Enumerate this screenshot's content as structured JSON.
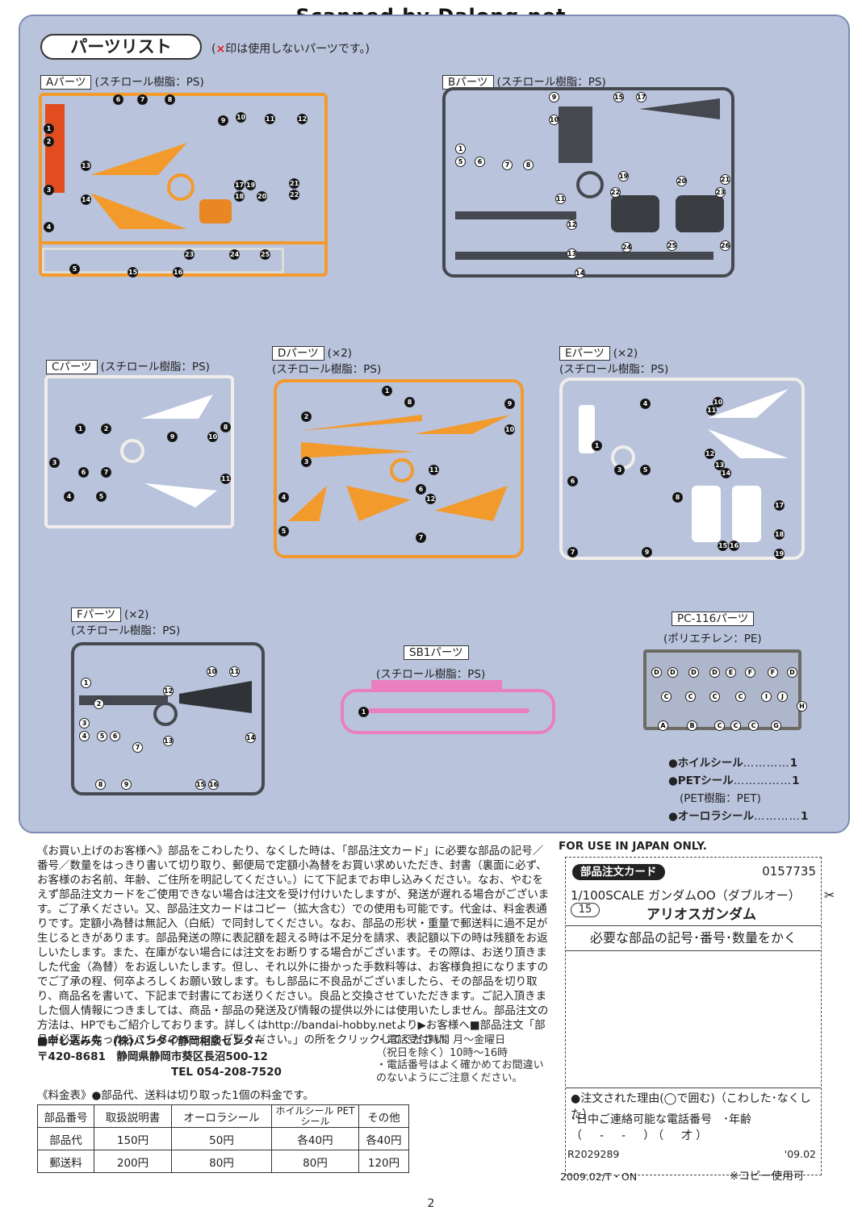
{
  "banner": "Scanned by Dalong.net",
  "parts_list": {
    "title": "パーツリスト",
    "note_prefix": "(",
    "note_x": "×",
    "note_text": "印は使用しないパーツです。)"
  },
  "runners": {
    "A": {
      "tag": "Aパーツ",
      "material": "(スチロール樹脂：PS)",
      "color": "#f39a2c"
    },
    "B": {
      "tag": "Bパーツ",
      "material": "(スチロール樹脂：PS)",
      "color": "#45494f"
    },
    "C": {
      "tag": "Cパーツ",
      "material": "(スチロール樹脂：PS)",
      "color": "#f0eeea"
    },
    "D": {
      "tag": "Dパーツ",
      "count": "(×2)",
      "material": "(スチロール樹脂：PS)",
      "color": "#f39a2c"
    },
    "E": {
      "tag": "Eパーツ",
      "count": "(×2)",
      "material": "(スチロール樹脂：PS)",
      "color": "#f0eeea"
    },
    "F": {
      "tag": "Fパーツ",
      "count": "(×2)",
      "material": "(スチロール樹脂：PS)",
      "color": "#45494f"
    },
    "SB1": {
      "tag": "SB1パーツ",
      "material": "(スチロール樹脂：PS)",
      "color": "#ea7fc0"
    },
    "PC": {
      "tag": "PC-116パーツ",
      "material": "(ポリエチレン：PE)",
      "color": "#6d6a64"
    }
  },
  "seals": [
    {
      "name": "●ホイルシール",
      "dots": "…………",
      "qty": "1"
    },
    {
      "name": "●PETシール",
      "dots": "……………",
      "qty": "1"
    },
    {
      "name": "(PET樹脂：PET)",
      "dots": "",
      "qty": ""
    },
    {
      "name": "●オーロラシール",
      "dots": "…………",
      "qty": "1"
    }
  ],
  "instructions": "《お買い上げのお客様へ》部品をこわしたり、なくした時は、「部品注文カード」に必要な部品の記号／番号／数量をはっきり書いて切り取り、郵便局で定額小為替をお買い求めいただき、封書（裏面に必ず、お客様のお名前、年齢、ご住所を明記してください。）にて下記までお申し込みください。なお、やむをえず部品注文カードをご使用できない場合は注文を受け付けいたしますが、発送が遅れる場合がございます。ご了承ください。又、部品注文カードはコピー（拡大含む）での使用も可能です。代金は、料金表通りです。定額小為替は無記入（白紙）で同封してください。なお、部品の形状・重量で郵送料に過不足が生じるときがあります。部品発送の際に表記額を超える時は不足分を請求、表記額以下の時は残額をお返しいたします。また、在庫がない場合には注文をお断りする場合がございます。その際は、お送り頂きました代金（為替）をお返しいたします。但し、それ以外に掛かった手数料等は、お客様負担になりますのでご了承の程、何卒よろしくお願い致します。もし部品に不良品がございましたら、その部品を切り取り、商品名を書いて、下記まで封書にてお送りください。良品と交換させていただきます。ご記入頂きました個人情報につきましては、商品・部品の発送及び情報の提供以外には使用いたしません。部品注文の方法は、HPでもご紹介しております。詳しくはhttp://bandai-hobby.netより▶お客様へ■部品注文「部品が必要になったらこちらのページをご覧ください。」の所をクリックしてください。",
  "contact": {
    "line1": "■申し込み先　(株)バンダイ静岡相談センター",
    "line2": "〒420-8681　静岡県静岡市葵区長沼500-12",
    "line3": "TEL 054-208-7520"
  },
  "hours": {
    "line1": "・電話受付時間 月～金曜日",
    "line2": "（祝日を除く）10時～16時",
    "line3": "・電話番号はよく確かめてお間違い",
    "line4": "のないようにご注意ください。"
  },
  "fee_title": "《料金表》●部品代、送料は切り取った1個の料金です。",
  "fee_table": {
    "headers": [
      "部品番号",
      "取扱説明書",
      "オーロラシール",
      "ホイルシール PETシール",
      "その他"
    ],
    "rows": [
      [
        "部品代",
        "150円",
        "50円",
        "各40円",
        "各40円"
      ],
      [
        "郵送料",
        "200円",
        "80円",
        "80円",
        "120円"
      ]
    ]
  },
  "card": {
    "japan_only": "FOR USE IN JAPAN ONLY.",
    "title": "部品注文カード",
    "code": "0157735",
    "scale": "1/100SCALE ガンダムOO（ダブルオー）",
    "series": "15",
    "kit": "アリオスガンダム",
    "write": "必要な部品の記号･番号･数量をかく",
    "reason": "●注文された理由(◯で囲む)（こわした･なくした）",
    "phone": "･日中ご連絡可能な電話番号　･年齢",
    "phone_line": "（　-　-　）（　才）",
    "rcode": "R2029289",
    "date": "'09.02"
  },
  "footer_left": "2009.02/T・ON",
  "footer_right": "※コピー使用可",
  "page_number": "2"
}
